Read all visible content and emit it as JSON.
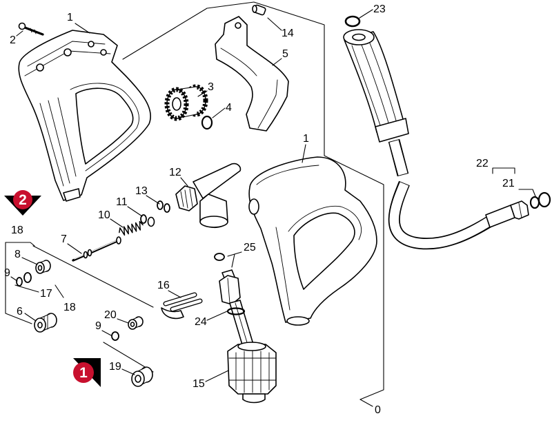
{
  "callouts": [
    {
      "label": "1"
    },
    {
      "label": "2"
    },
    {
      "label": "14"
    },
    {
      "label": "5"
    },
    {
      "label": "3"
    },
    {
      "label": "4"
    },
    {
      "label": "23"
    },
    {
      "label": "1"
    },
    {
      "label": "22"
    },
    {
      "label": "21"
    },
    {
      "label": "12"
    },
    {
      "label": "13"
    },
    {
      "label": "11"
    },
    {
      "label": "10"
    },
    {
      "label": "7"
    },
    {
      "label": "18"
    },
    {
      "label": "8"
    },
    {
      "label": "9"
    },
    {
      "label": "17"
    },
    {
      "label": "18"
    },
    {
      "label": "6"
    },
    {
      "label": "16"
    },
    {
      "label": "20"
    },
    {
      "label": "9"
    },
    {
      "label": "19"
    },
    {
      "label": "25"
    },
    {
      "label": "24"
    },
    {
      "label": "15"
    },
    {
      "label": "0"
    }
  ],
  "badges": [
    {
      "label": "2"
    },
    {
      "label": "1"
    }
  ],
  "colors": {
    "badge": "#c8102e",
    "triangle": "#000000",
    "ink": "#000000",
    "background": "#ffffff"
  }
}
